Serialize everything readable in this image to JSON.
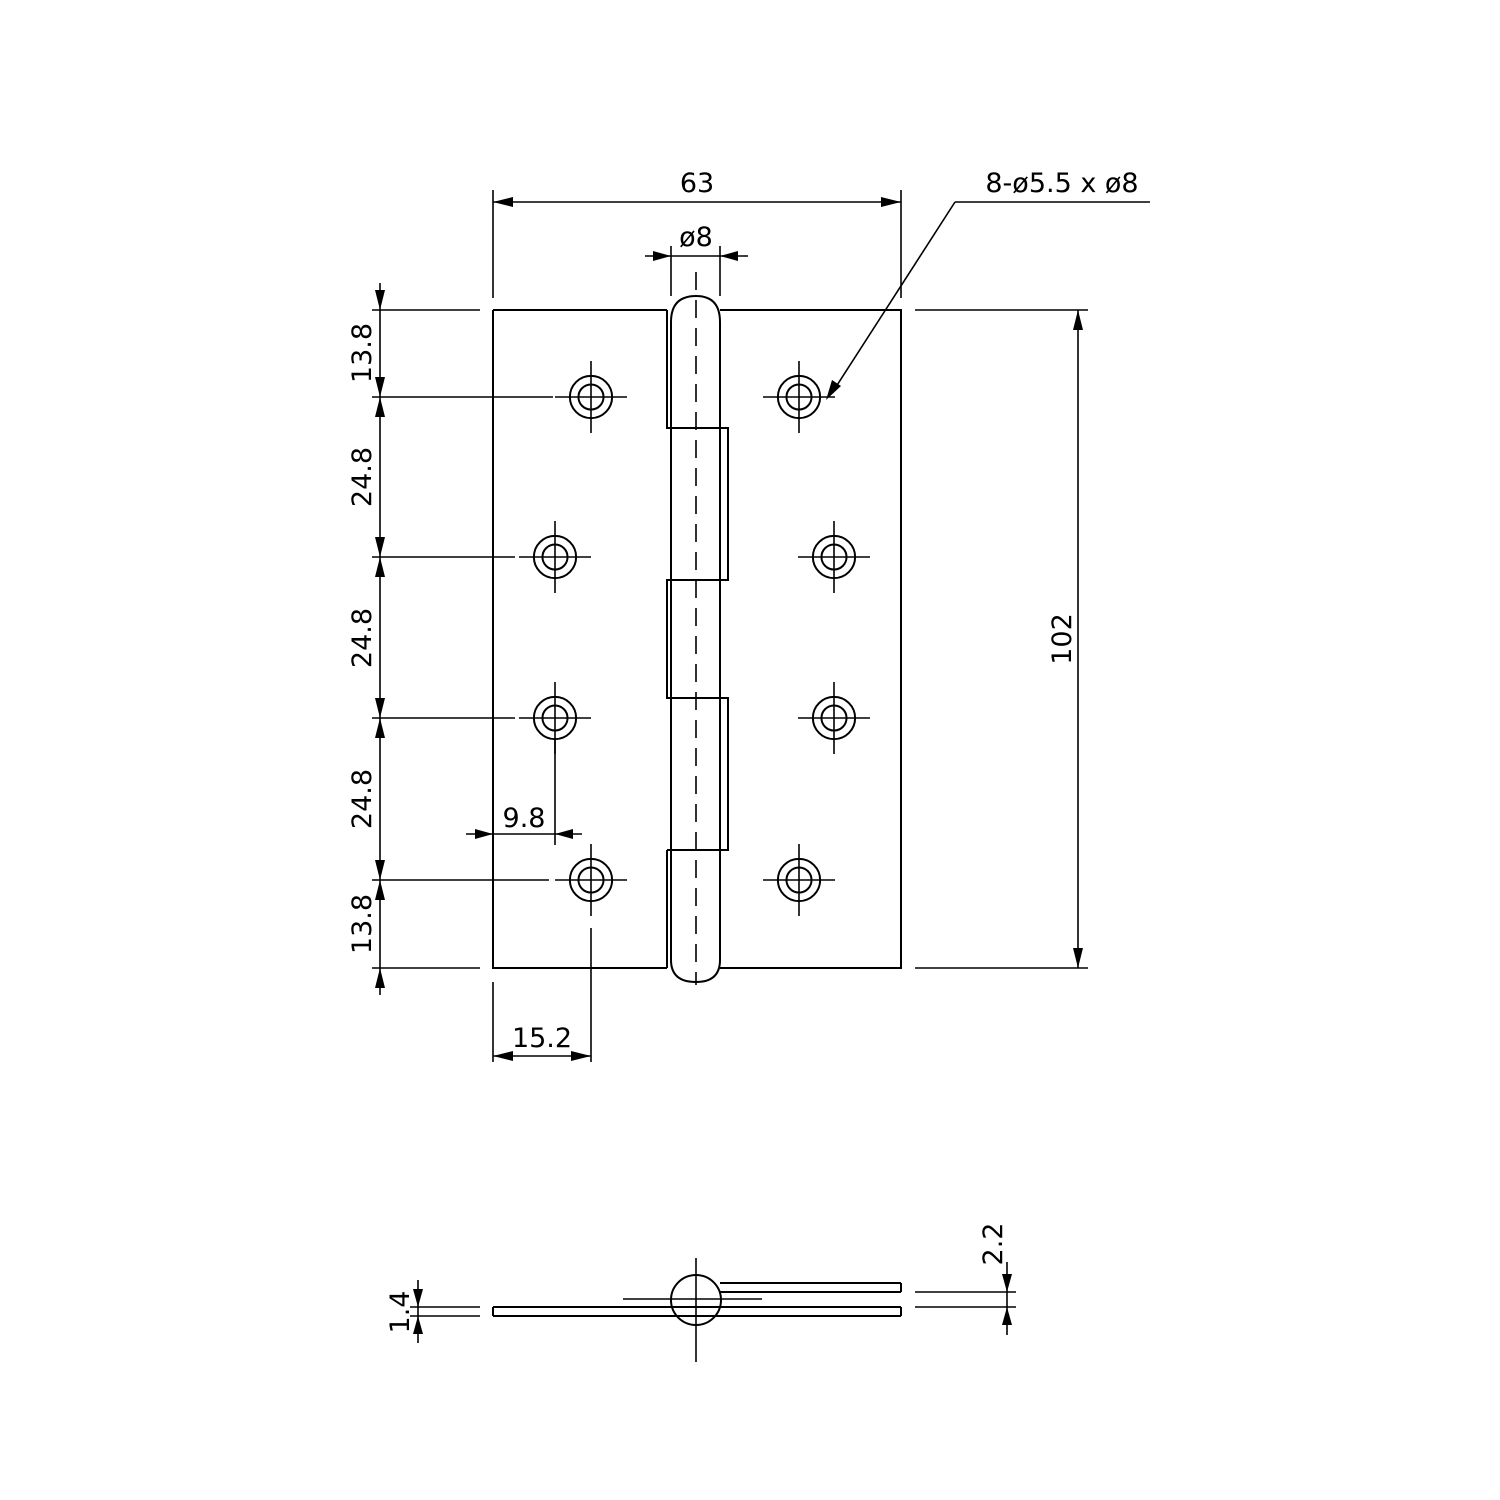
{
  "drawing": {
    "subject": "butt hinge",
    "units": "mm",
    "colors": {
      "line": "#000000",
      "background": "#ffffff"
    }
  },
  "dimensions": {
    "overall_width": "63",
    "pin_diameter": "ø8",
    "hole_callout": "8-ø5.5 x ø8",
    "height": "102",
    "edge_to_first_hole_top": "13.8",
    "hole_pitch_1": "24.8",
    "hole_pitch_2": "24.8",
    "hole_pitch_3": "24.8",
    "edge_to_last_hole_bottom": "13.8",
    "hole_offset_stagger": "9.8",
    "edge_to_hole_center": "15.2",
    "leaf_thickness": "1.4",
    "knuckle_gap": "2.2"
  },
  "holes": {
    "count": 8,
    "inner_diameter": 5.5,
    "outer_diameter": 8
  }
}
